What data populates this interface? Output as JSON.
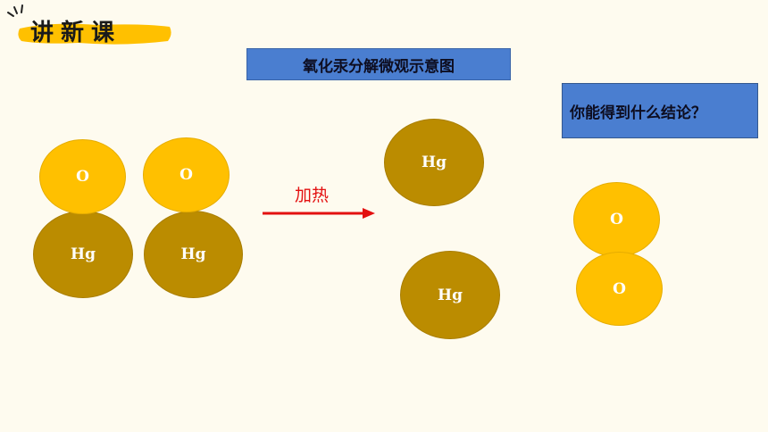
{
  "header": {
    "badge_text": "讲新课",
    "brush_color": "#ffc000"
  },
  "diagram": {
    "title": "氧化汞分解微观示意图",
    "question": "你能得到什么结论？",
    "condition_label": "加热",
    "labels": {
      "oxygen": "O",
      "mercury": "Hg"
    }
  },
  "colors": {
    "oxygen": "#ffc000",
    "mercury": "#bb8c00",
    "box": "#4a7ed0",
    "arrow": "#e31010",
    "background": "#fefbef"
  }
}
